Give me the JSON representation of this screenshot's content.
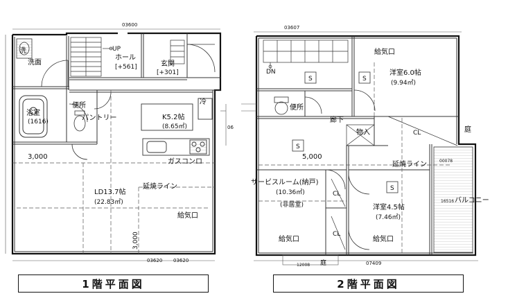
{
  "floor1": {
    "caption": "1階平面図",
    "rooms": {
      "washroom_kanji": "洗",
      "washroom": "洗面",
      "hall": "ホール",
      "hall_area": "[+561]",
      "up": "UP",
      "entrance": "玄関",
      "entrance_area": "[+301]",
      "bath": "浴室",
      "bath_size": "(1616)",
      "toilet": "便所",
      "pantry": "パントリー",
      "fridge": "冷",
      "kitchen": "K5.2帖",
      "kitchen_area": "(8.65㎡)",
      "gas_stove": "ガスコンロ",
      "living": "LD13.7帖",
      "living_area": "(22.83㎡)",
      "fire_line": "延焼ライン",
      "air_inlet": "給気口"
    },
    "dims": {
      "width_3000": "3,000",
      "height_3000": "3,000",
      "top_code": "03600",
      "bottom_code_a": "03620",
      "bottom_code_b": "03620",
      "side_code": "06"
    }
  },
  "floor2": {
    "caption": "2階平面図",
    "rooms": {
      "dn": "DN",
      "air_inlet_top": "給気口",
      "western1": "洋室6.0帖",
      "western1_area": "(9.94㎡)",
      "s_mark": "S",
      "toilet": "便所",
      "corridor": "廊下",
      "storage": "物入",
      "cl": "CL",
      "garden": "庭",
      "width_5000": "5,000",
      "fire_line": "延焼ライン",
      "service_room": "サービスルーム(納戸)",
      "service_area": "(10.36㎡)",
      "non_living": "(非居室)",
      "western2": "洋室4.5帖",
      "western2_area": "(7.46㎡)",
      "balcony": "バルコニー",
      "balcony_code": "16516",
      "air_inlet_left": "給気口",
      "air_inlet_right": "給気口"
    },
    "dims": {
      "top_code": "03607",
      "bottom_code_a": "12008",
      "bottom_code_b": "07409",
      "side_code": "00078",
      "garden_bottom": "庭"
    }
  }
}
